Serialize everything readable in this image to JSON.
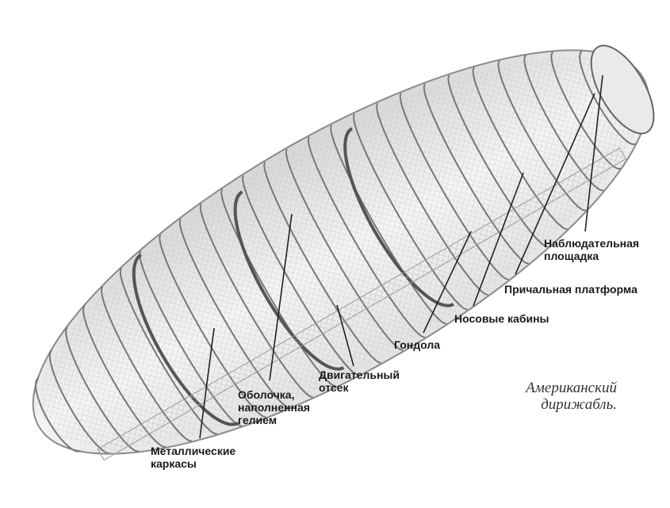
{
  "labels": {
    "observation_deck": "Наблюдательная\nплощадка",
    "mooring_platform": "Причальная платформа",
    "nose_cabins": "Носовые кабины",
    "gondola": "Гондола",
    "engine_bay": "Двигательный\nотсек",
    "helium_envelope": "Оболочка,\nнаполненная\nгелием",
    "metal_frames": "Металлические\nкаркасы"
  },
  "caption": "Американский\nдирижабль."
}
